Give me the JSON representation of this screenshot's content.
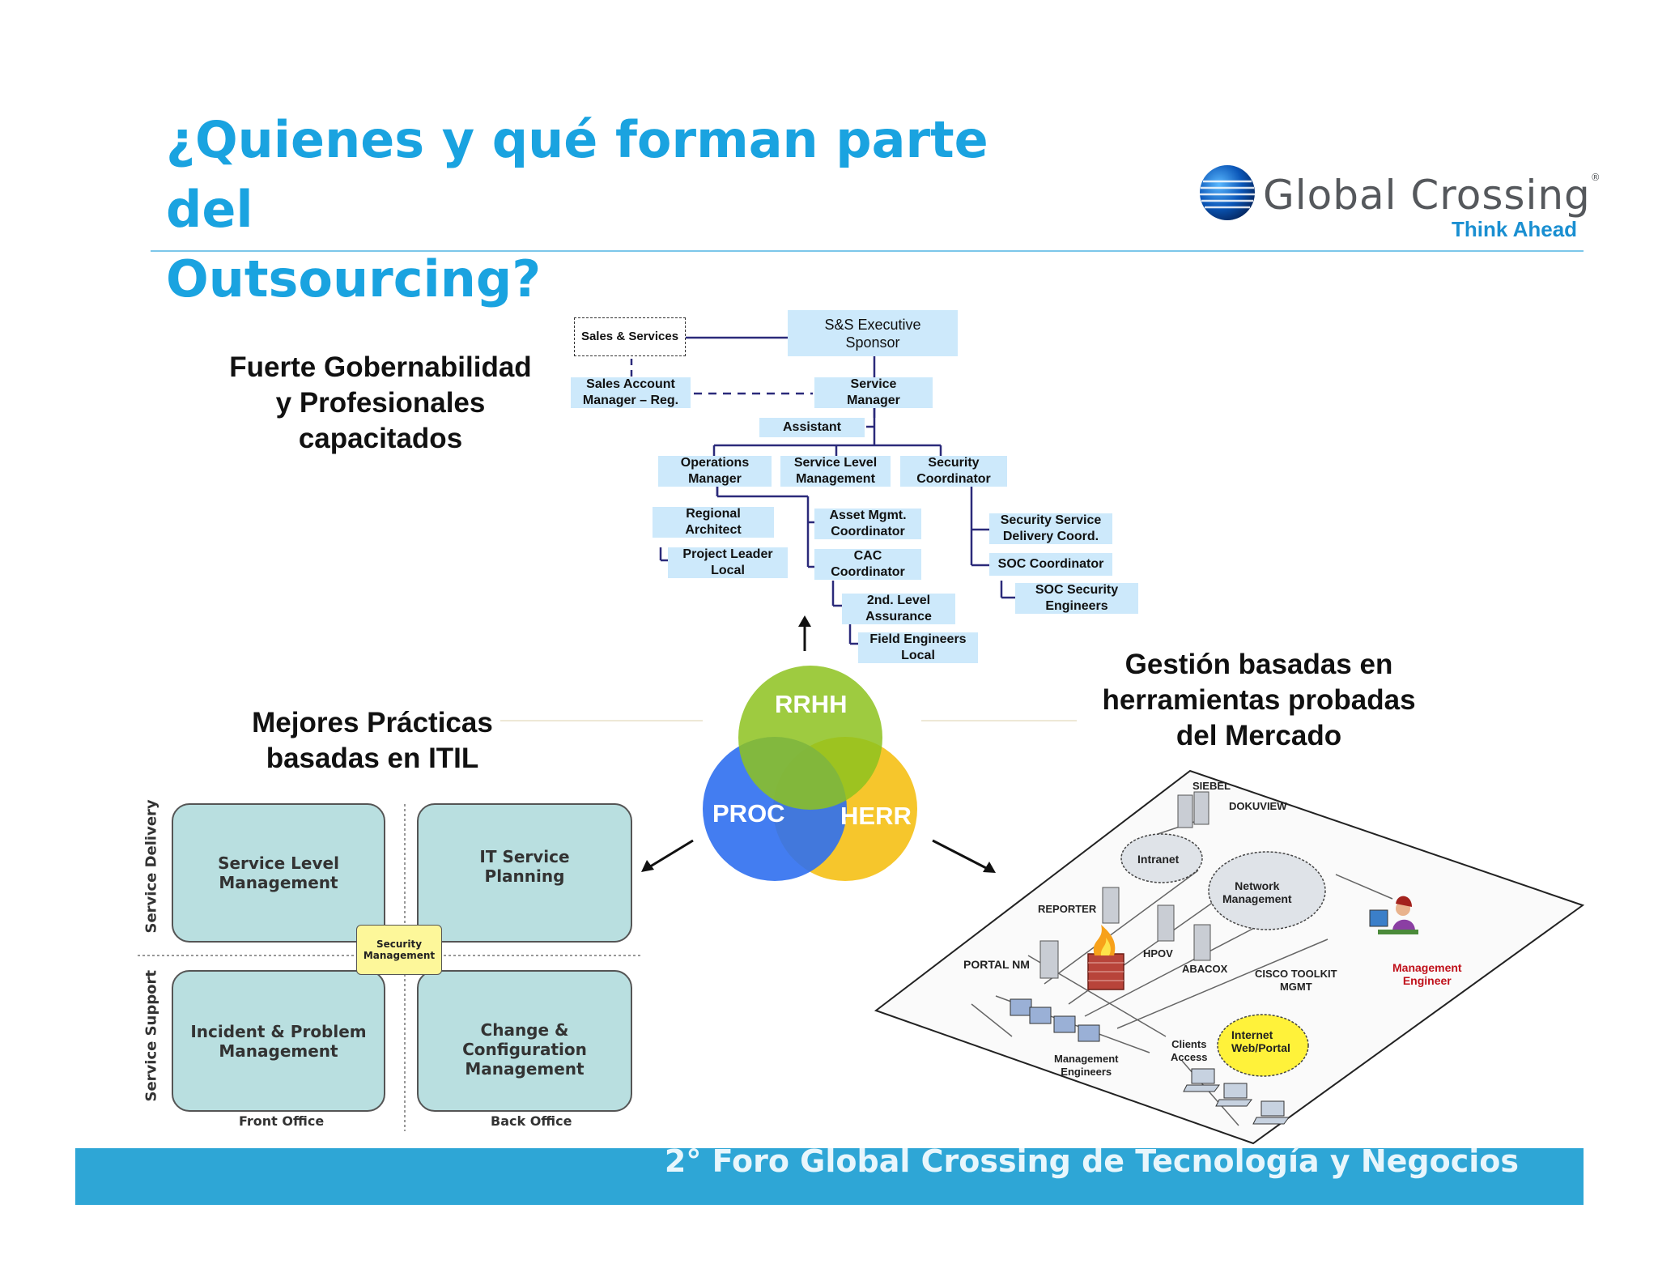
{
  "title": {
    "line1": "¿Quienes y qué forman parte del",
    "line2": "Outsourcing?"
  },
  "logo": {
    "name": "Global Crossing",
    "tagline": "Think Ahead"
  },
  "headings": {
    "governance": [
      "Fuerte Gobernabilidad",
      "y Profesionales",
      "capacitados"
    ],
    "itil": [
      "Mejores Prácticas",
      "basadas en ITIL"
    ],
    "tools": [
      "Gestión basadas en",
      "herramientas probadas",
      "del Mercado"
    ]
  },
  "org": {
    "executive": "S&S Executive\nSponsor",
    "sales_services": "Sales & Services",
    "sales_account": "Sales Account\nManager – Reg.",
    "service_manager": "Service\nManager",
    "assistant": "Assistant",
    "operations_manager": "Operations\nManager",
    "service_level": "Service Level\nManagement",
    "security_coordinator": "Security\nCoordinator",
    "regional_architect": "Regional\nArchitect",
    "project_leader": "Project Leader\nLocal",
    "asset_mgmt": "Asset Mgmt.\nCoordinator",
    "cac": "CAC\nCoordinator",
    "second_level": "2nd. Level\nAssurance",
    "field_engineers": "Field Engineers\nLocal",
    "security_service": "Security Service\nDelivery Coord.",
    "soc_coordinator": "SOC Coordinator",
    "soc_engineers": "SOC Security\nEngineers"
  },
  "venn": {
    "top": "RRHH",
    "left": "PROC",
    "right": "HERR",
    "colors": {
      "top": "#8dc21f",
      "left": "#2f6ff0",
      "right": "#f5c11a"
    }
  },
  "itil": {
    "boxes": [
      "Service Level\nManagement",
      "IT Service\nPlanning",
      "Incident & Problem\nManagement",
      "Change & Configuration\nManagement"
    ],
    "center": "Security\nManagement",
    "side_top": "Service Delivery",
    "side_bottom": "Service Support",
    "foot_left": "Front Office",
    "foot_right": "Back Office"
  },
  "network": {
    "siebel": "SIEBEL",
    "dokuview": "DOKUVIEW",
    "intranet": "Intranet",
    "network_management": "Network\nManagement",
    "reporter": "REPORTER",
    "hpov": "HPOV",
    "abacox": "ABACOX",
    "cisco": "CISCO TOOLKIT\nMGMT",
    "portal_nm": "PORTAL NM",
    "mgmt_engineers": "Management\nEngineers",
    "clients_access": "Clients\nAccess",
    "internet": "Internet\nWeb/Portal",
    "mgmt_engineer": "Management\nEngineer"
  },
  "footer": "2° Foro Global Crossing de Tecnología y Negocios"
}
